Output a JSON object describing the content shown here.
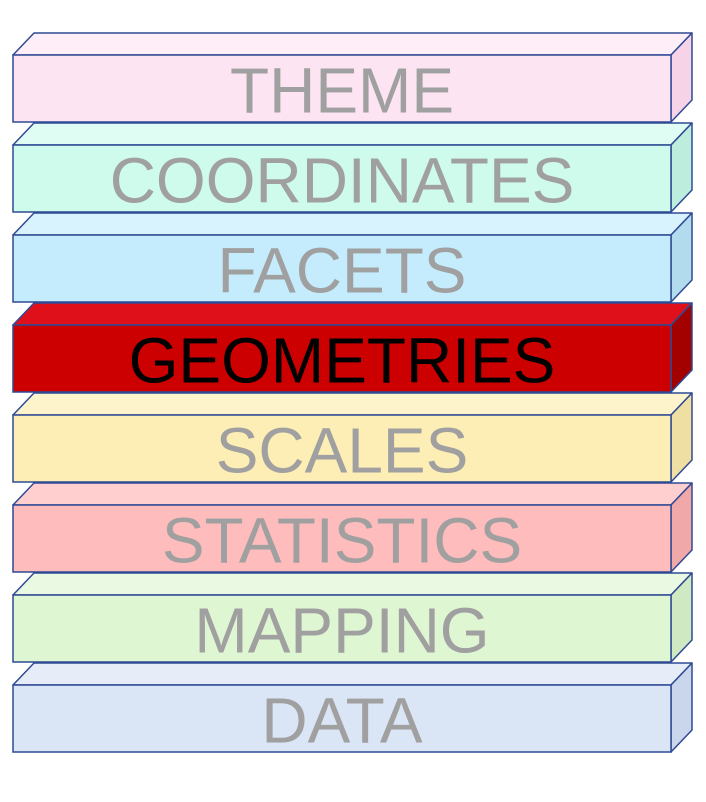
{
  "diagram": {
    "layers": [
      {
        "id": "theme",
        "label": "THEME",
        "front_color": "#fde4f2",
        "top_color": "#fdeef8",
        "side_color": "#f6d3e6",
        "text_color": "#a0a0a0",
        "highlighted": false
      },
      {
        "id": "coordinates",
        "label": "COORDINATES",
        "front_color": "#cffbec",
        "top_color": "#e0fdf3",
        "side_color": "#bdeedd",
        "text_color": "#a0a0a0",
        "highlighted": false
      },
      {
        "id": "facets",
        "label": "FACETS",
        "front_color": "#c5ecfd",
        "top_color": "#d9f3fe",
        "side_color": "#b2dcee",
        "text_color": "#a0a0a0",
        "highlighted": false
      },
      {
        "id": "geometries",
        "label": "GEOMETRIES",
        "front_color": "#cc0000",
        "top_color": "#e0101a",
        "side_color": "#a30000",
        "text_color": "#000000",
        "highlighted": true
      },
      {
        "id": "scales",
        "label": "SCALES",
        "front_color": "#fdeeb6",
        "top_color": "#fef4cc",
        "side_color": "#efdfa3",
        "text_color": "#a0a0a0",
        "highlighted": false
      },
      {
        "id": "statistics",
        "label": "STATISTICS",
        "front_color": "#ffbcbc",
        "top_color": "#ffcece",
        "side_color": "#f0a8a8",
        "text_color": "#a0a0a0",
        "highlighted": false
      },
      {
        "id": "mapping",
        "label": "MAPPING",
        "front_color": "#dff6d3",
        "top_color": "#eafae2",
        "side_color": "#cfe9c2",
        "text_color": "#a0a0a0",
        "highlighted": false
      },
      {
        "id": "data",
        "label": "DATA",
        "front_color": "#dae5f5",
        "top_color": "#e6edf9",
        "side_color": "#c9d6eb",
        "text_color": "#a0a0a0",
        "highlighted": false
      }
    ],
    "outline_color": "#2e4a94"
  }
}
